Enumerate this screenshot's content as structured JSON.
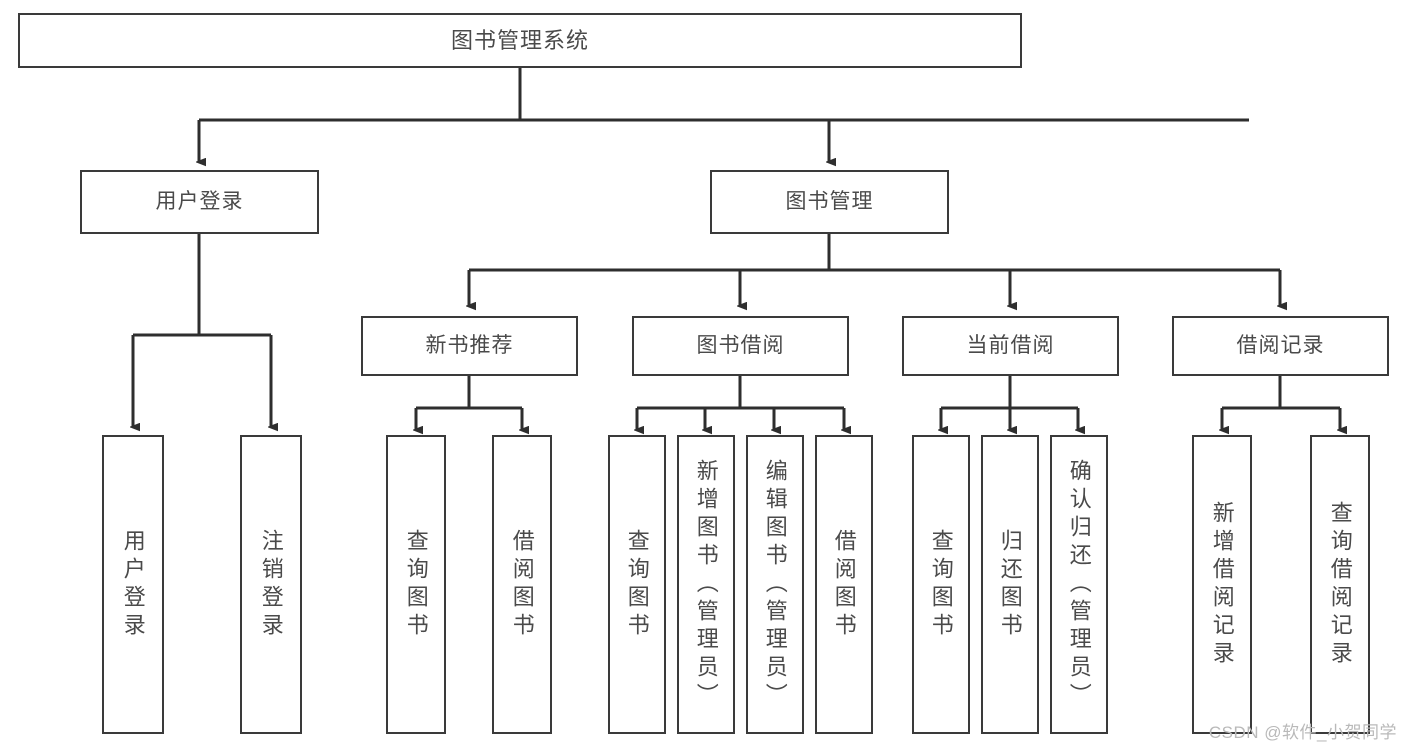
{
  "diagram": {
    "title": "图书管理系统",
    "type": "tree-hierarchy-diagram",
    "colors": {
      "border": "#3a3a3a",
      "text": "#4a4a4a",
      "background": "#ffffff",
      "watermark": "#b9b9b9"
    },
    "root": {
      "label": "图书管理系统"
    },
    "level2": [
      {
        "label": "用户登录"
      },
      {
        "label": "图书管理"
      }
    ],
    "level3": [
      {
        "label": "新书推荐"
      },
      {
        "label": "图书借阅"
      },
      {
        "label": "当前借阅"
      },
      {
        "label": "借阅记录"
      }
    ],
    "leaves": {
      "user_login": [
        {
          "label": "用户登录"
        },
        {
          "label": "注销登录"
        }
      ],
      "new_book_recommend": [
        {
          "label": "查询图书"
        },
        {
          "label": "借阅图书"
        }
      ],
      "book_borrow": [
        {
          "label": "查询图书"
        },
        {
          "label": "新增图书（管理员）"
        },
        {
          "label": "编辑图书（管理员）"
        },
        {
          "label": "借阅图书"
        }
      ],
      "current_borrow": [
        {
          "label": "查询图书"
        },
        {
          "label": "归还图书"
        },
        {
          "label": "确认归还（管理员）"
        }
      ],
      "borrow_records": [
        {
          "label": "新增借阅记录"
        },
        {
          "label": "查询借阅记录"
        }
      ]
    }
  },
  "watermark": {
    "text": "CSDN @软件_小贺同学"
  }
}
